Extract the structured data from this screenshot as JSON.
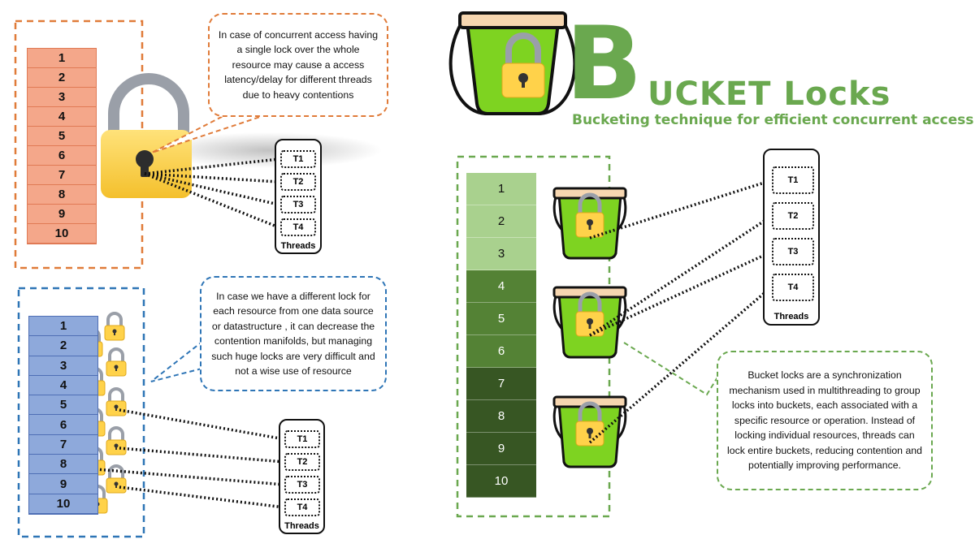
{
  "title": {
    "big_letter": "B",
    "rest": "UCKET Locks",
    "subtitle": "Bucketing technique for efficient concurrent access"
  },
  "single_lock": {
    "cells": [
      "1",
      "2",
      "3",
      "4",
      "5",
      "6",
      "7",
      "8",
      "9",
      "10"
    ],
    "threads": [
      "T1",
      "T2",
      "T3",
      "T4"
    ],
    "threads_label": "Threads",
    "callout": "In case of concurrent  access having a single lock over the whole resource may cause a access latency/delay for different threads due to heavy contentions",
    "colors": {
      "accent": "#e07b39",
      "cell": "#f4a78a"
    }
  },
  "per_resource_locks": {
    "cells": [
      "1",
      "2",
      "3",
      "4",
      "5",
      "6",
      "7",
      "8",
      "9",
      "10"
    ],
    "threads": [
      "T1",
      "T2",
      "T3",
      "T4"
    ],
    "threads_label": "Threads",
    "callout": "In case we have a different lock for each resource from one data source or datastructure , it can decrease the contention manifolds, but managing such huge locks are very difficult and not a wise use of resource",
    "colors": {
      "accent": "#2e75b6",
      "cell": "#8ea9db"
    }
  },
  "bucket_locks": {
    "cells": [
      "1",
      "2",
      "3",
      "4",
      "5",
      "6",
      "7",
      "8",
      "9",
      "10"
    ],
    "threads": [
      "T1",
      "T2",
      "T3",
      "T4"
    ],
    "threads_label": "Threads",
    "callout": "Bucket locks are a synchronization mechanism used in multithreading to group locks into buckets, each associated with a specific resource or operation.  Instead of locking individual resources, threads can lock entire buckets, reducing contention and potentially improving performance.",
    "colors": {
      "accent": "#6aa84f",
      "bucket": "#8bd63a"
    }
  }
}
